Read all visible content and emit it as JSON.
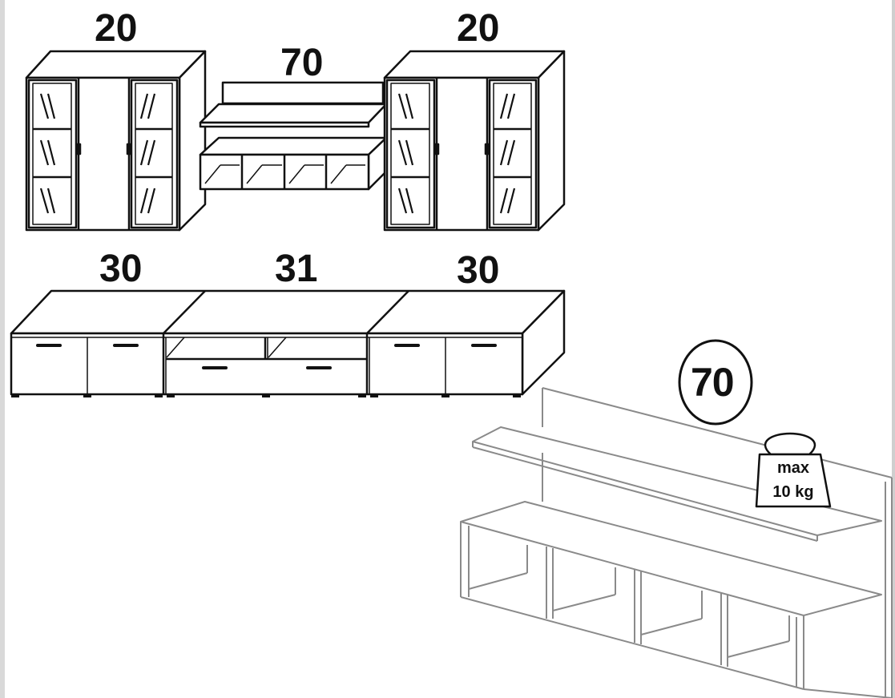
{
  "colors": {
    "line": "#111111",
    "panel": "#ffffff",
    "detail_line": "#8a8a8a",
    "page_edge": "#d9d9d9"
  },
  "labels": {
    "cabinet_left": "20",
    "shelf_top": "70",
    "cabinet_right": "20",
    "lowboard_left": "30",
    "lowboard_middle": "31",
    "lowboard_right": "30"
  },
  "detail": {
    "module_number": "70",
    "weight_icon": "weight-icon",
    "max_label": "max",
    "weight_limit": "10 kg"
  }
}
